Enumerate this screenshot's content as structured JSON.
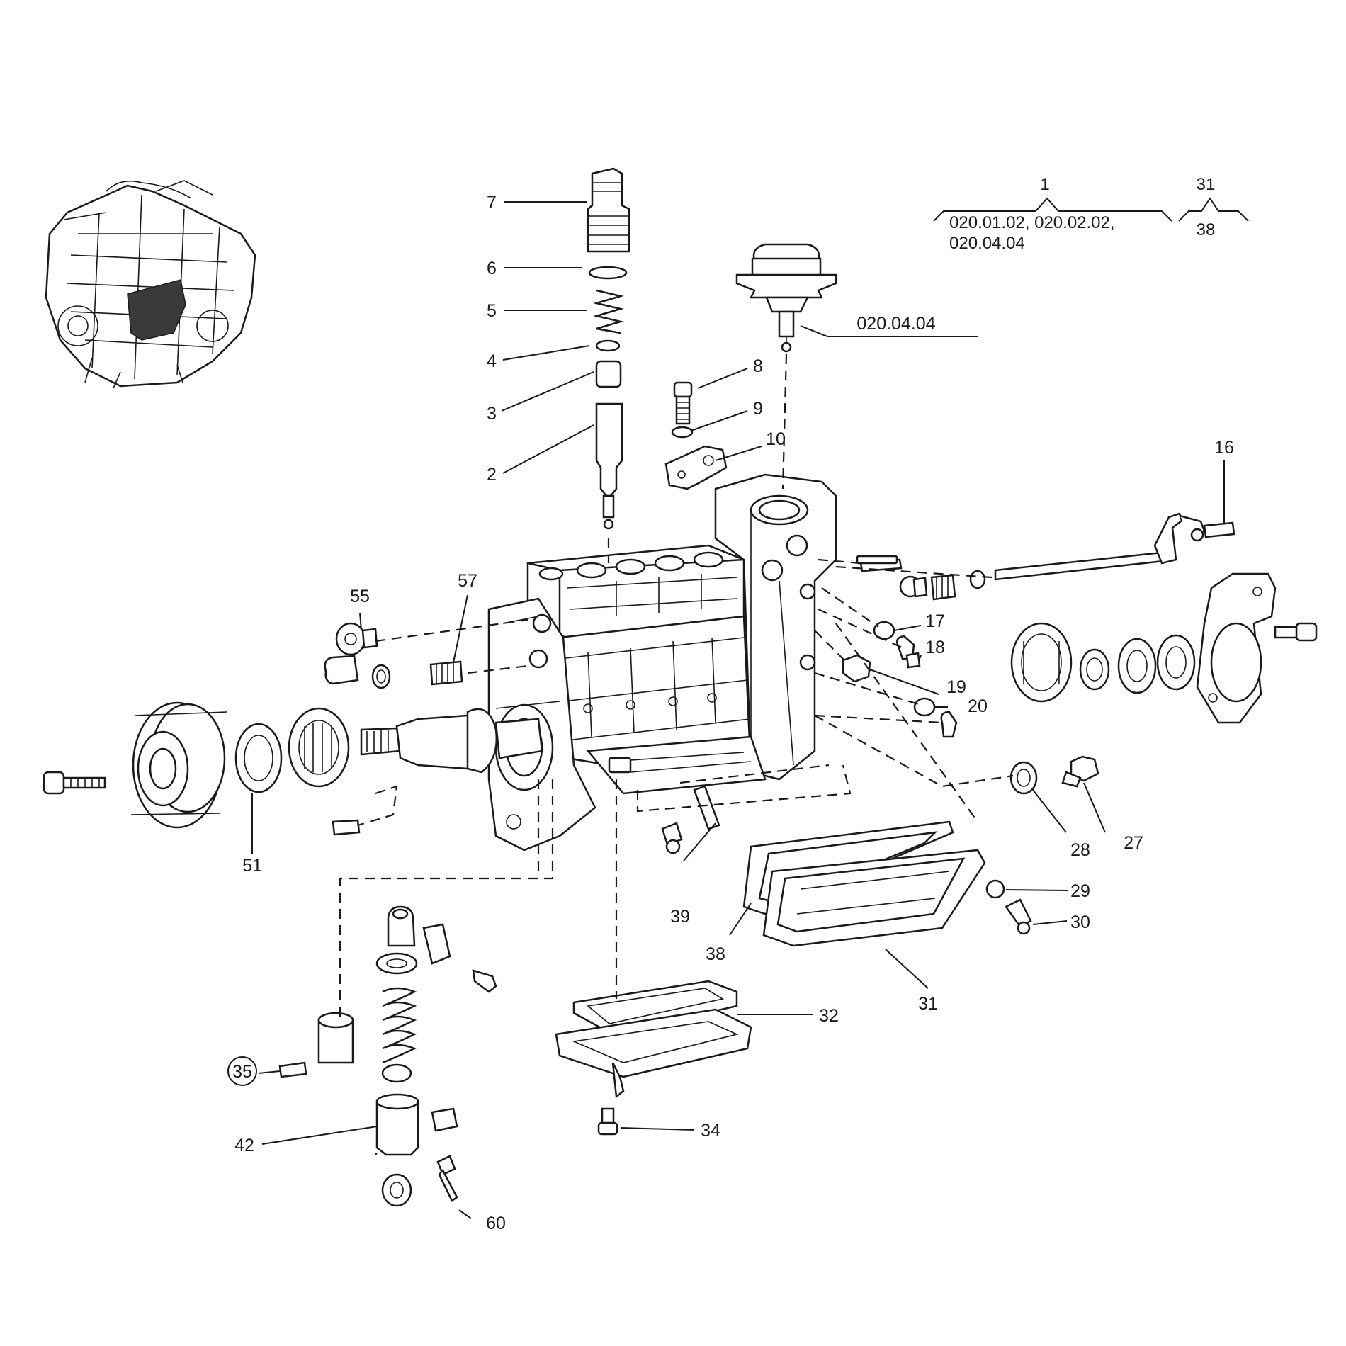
{
  "header": {
    "group_top_label": "1",
    "group_top_codes_line1": "020.01.02, 020.02.02,",
    "group_top_codes_line2": "020.04.04",
    "group_right_top": "31",
    "group_right_bottom": "38"
  },
  "callout_ref": "020.04.04",
  "callouts": {
    "c2": "2",
    "c3": "3",
    "c4": "4",
    "c5": "5",
    "c6": "6",
    "c7": "7",
    "c8": "8",
    "c9": "9",
    "c10": "10",
    "c16": "16",
    "c17": "17",
    "c18": "18",
    "c19": "19",
    "c20": "20",
    "c27": "27",
    "c28": "28",
    "c29": "29",
    "c30": "30",
    "c31": "31",
    "c32": "32",
    "c34": "34",
    "c35": "35",
    "c38": "38",
    "c39": "39",
    "c42": "42",
    "c51": "51",
    "c55": "55",
    "c57": "57",
    "c60": "60"
  }
}
